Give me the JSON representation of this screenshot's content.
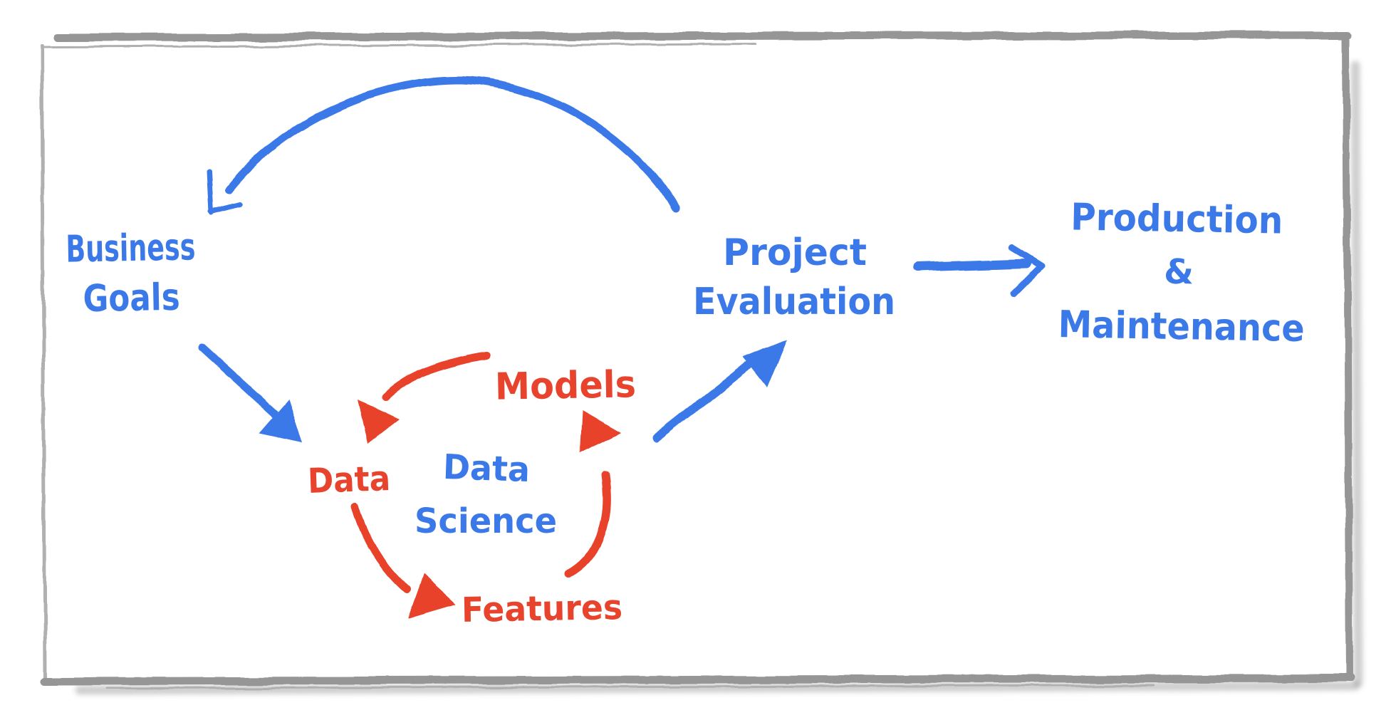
{
  "diagram": {
    "description": "Hand-drawn data science lifecycle diagram on a whiteboard with sketchy gray frame",
    "colors": {
      "blue": "#3b79e8",
      "red": "#e8432c",
      "frame": "#969696",
      "frame_light": "#b0b0b0",
      "shadow": "rgba(110,110,110,0.32)",
      "background": "#ffffff"
    },
    "nodes": {
      "business_goals": {
        "line1": "Business",
        "line2": "Goals",
        "color": "blue"
      },
      "project_evaluation": {
        "line1": "Project",
        "line2": "Evaluation",
        "color": "blue"
      },
      "production_maintenance": {
        "line1": "Production",
        "line2": "&",
        "line3": "Maintenance",
        "color": "blue"
      },
      "data_science": {
        "line1": "Data",
        "line2": "Science",
        "color": "blue"
      },
      "models": {
        "label": "Models",
        "color": "red"
      },
      "data": {
        "label": "Data",
        "color": "red"
      },
      "features": {
        "label": "Features",
        "color": "red"
      }
    },
    "edges": [
      {
        "from": "project_evaluation",
        "to": "business_goals",
        "color": "blue",
        "style": "large-arc, open arrowhead"
      },
      {
        "from": "business_goals",
        "to": "data",
        "color": "blue",
        "style": "straight, solid triangle head"
      },
      {
        "from": "models",
        "to": "data",
        "color": "red",
        "style": "curved, solid triangle head"
      },
      {
        "from": "data",
        "to": "features",
        "color": "red",
        "style": "curved, solid triangle head"
      },
      {
        "from": "features",
        "to": "models",
        "color": "red",
        "style": "curved, solid triangle head"
      },
      {
        "from": "data_science",
        "to": "project_evaluation",
        "color": "blue",
        "style": "straight, solid triangle head"
      },
      {
        "from": "project_evaluation",
        "to": "production_maintenance",
        "color": "blue",
        "style": "straight, open chevron head"
      }
    ]
  }
}
